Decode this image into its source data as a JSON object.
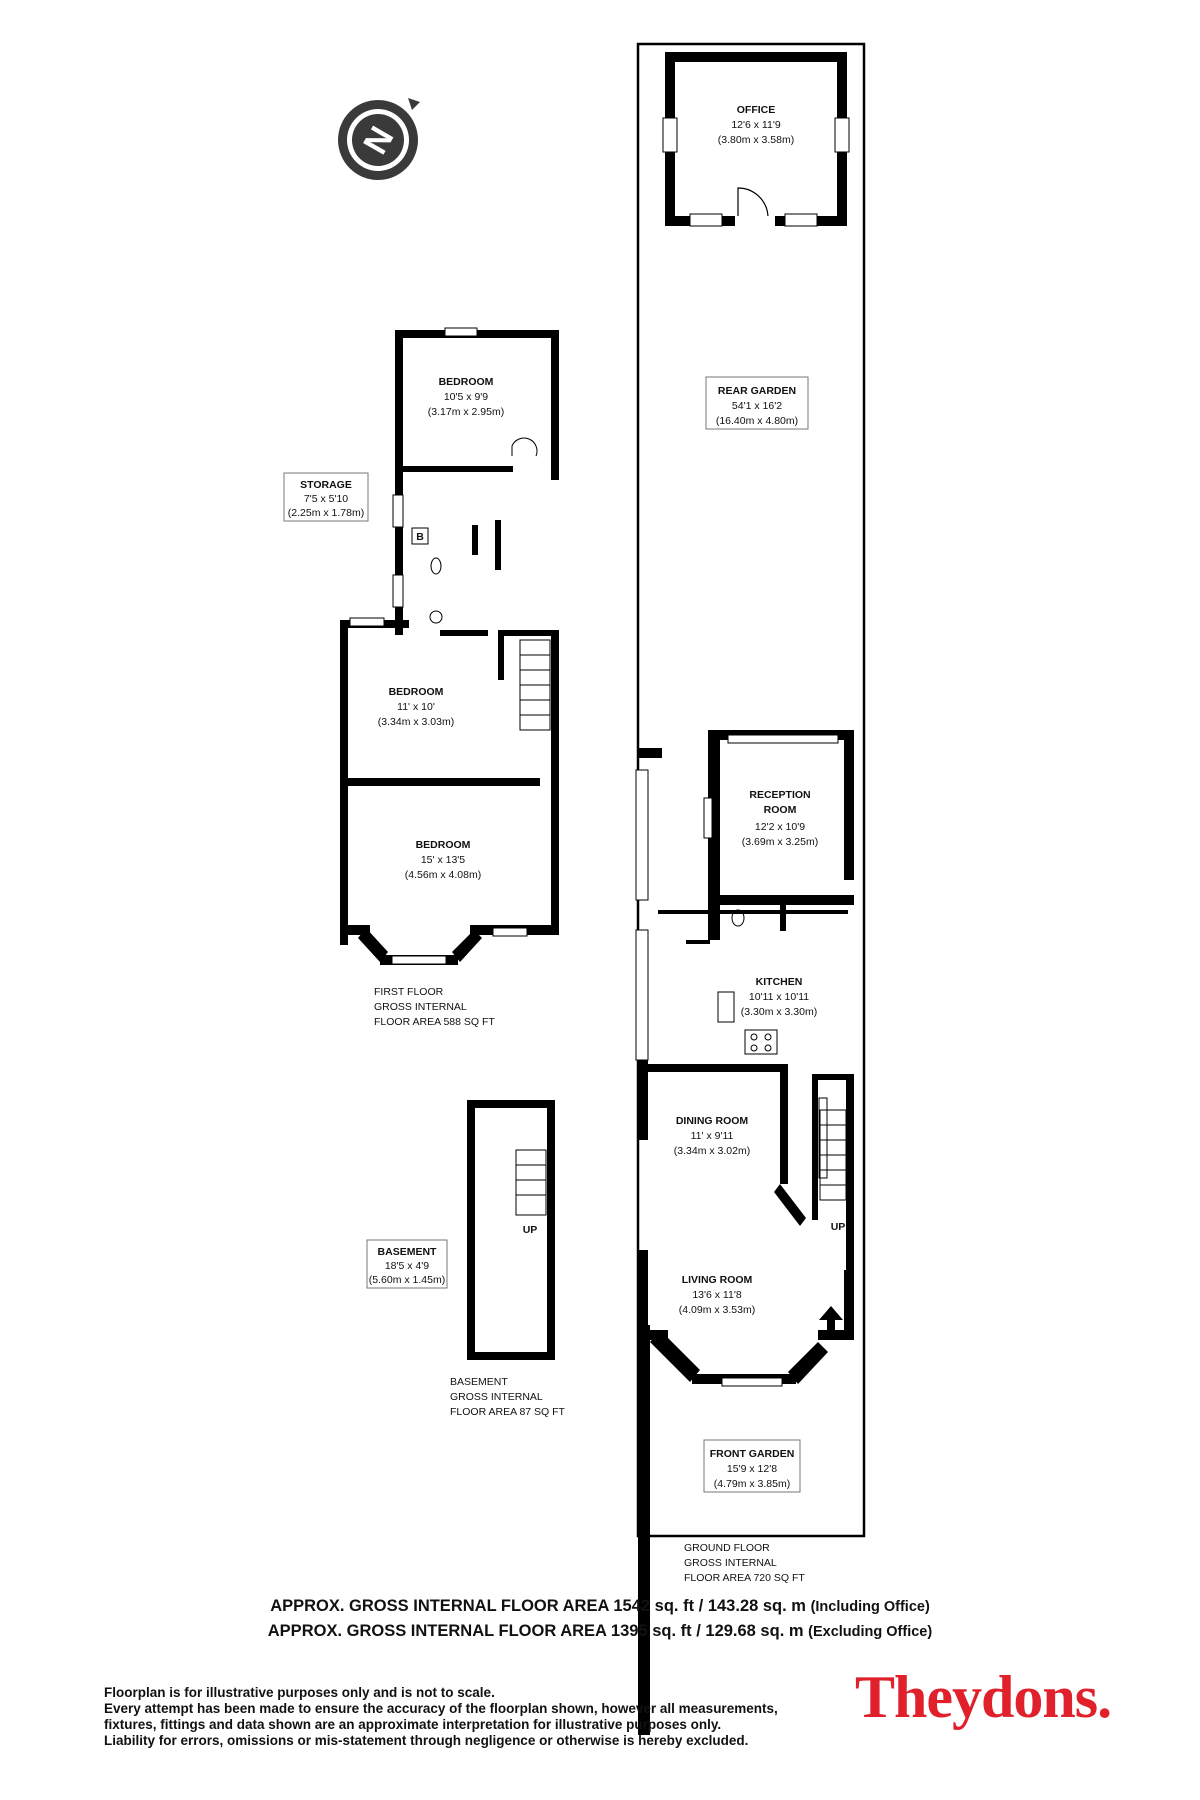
{
  "floorplan": {
    "compass": {
      "letter": "N",
      "icon": "compass-north-icon"
    },
    "rooms": [
      {
        "id": "office",
        "name": "OFFICE",
        "imperial": "12'6 x 11'9",
        "metric": "(3.80m x 3.58m)"
      },
      {
        "id": "rear_garden",
        "name": "REAR GARDEN",
        "imperial": "54'1 x 16'2",
        "metric": "(16.40m x 4.80m)"
      },
      {
        "id": "reception",
        "name_line1": "RECEPTION",
        "name_line2": "ROOM",
        "imperial": "12'2 x 10'9",
        "metric": "(3.69m x 3.25m)"
      },
      {
        "id": "kitchen",
        "name": "KITCHEN",
        "imperial": "10'11 x 10'11",
        "metric": "(3.30m x 3.30m)"
      },
      {
        "id": "dining",
        "name": "DINING ROOM",
        "imperial": "11' x 9'11",
        "metric": "(3.34m x 3.02m)"
      },
      {
        "id": "living",
        "name": "LIVING ROOM",
        "imperial": "13'6 x 11'8",
        "metric": "(4.09m x 3.53m)"
      },
      {
        "id": "front_garden",
        "name": "FRONT GARDEN",
        "imperial": "15'9 x 12'8",
        "metric": "(4.79m x 3.85m)"
      },
      {
        "id": "bedroom_rear",
        "name": "BEDROOM",
        "imperial": "10'5 x 9'9",
        "metric": "(3.17m x 2.95m)"
      },
      {
        "id": "storage",
        "name": "STORAGE",
        "imperial": "7'5 x 5'10",
        "metric": "(2.25m x 1.78m)"
      },
      {
        "id": "bedroom_mid",
        "name": "BEDROOM",
        "imperial": "11' x 10'",
        "metric": "(3.34m x 3.03m)"
      },
      {
        "id": "bedroom_front",
        "name": "BEDROOM",
        "imperial": "15' x 13'5",
        "metric": "(4.56m x 4.08m)"
      },
      {
        "id": "basement",
        "name": "BASEMENT",
        "imperial": "18'5 x 4'9",
        "metric": "(5.60m x 1.45m)"
      }
    ],
    "symbols": {
      "boiler": "B",
      "up_ground": "UP",
      "up_basement": "UP"
    },
    "floors": {
      "first": {
        "line1": "FIRST FLOOR",
        "line2": "GROSS INTERNAL",
        "line3": "FLOOR AREA 588 SQ FT"
      },
      "basement": {
        "line1": "BASEMENT",
        "line2": "GROSS INTERNAL",
        "line3": "FLOOR AREA 87 SQ FT"
      },
      "ground": {
        "line1": "GROUND FLOOR",
        "line2": "GROSS INTERNAL",
        "line3": "FLOOR AREA 720 SQ FT"
      }
    },
    "totals": {
      "including": {
        "text": "APPROX. GROSS INTERNAL FLOOR AREA 1542 sq. ft / 143.28 sq. m",
        "note": "(Including Office)"
      },
      "excluding": {
        "text": "APPROX. GROSS INTERNAL FLOOR AREA 1395 sq. ft / 129.68 sq. m",
        "note": "(Excluding Office)"
      }
    },
    "disclaimer": [
      "Floorplan is for illustrative purposes only and is not to scale.",
      "Every attempt has been made to ensure the accuracy of the floorplan shown, however all measurements,",
      "fixtures, fittings and data shown are an approximate interpretation for illustrative purposes only.",
      "Liability for errors, omissions or mis-statement through negligence or otherwise is hereby excluded."
    ],
    "brand": "Theydons.",
    "colors": {
      "wall": "#000000",
      "brand": "#e0212b",
      "compass": "#3a3a3a"
    }
  }
}
